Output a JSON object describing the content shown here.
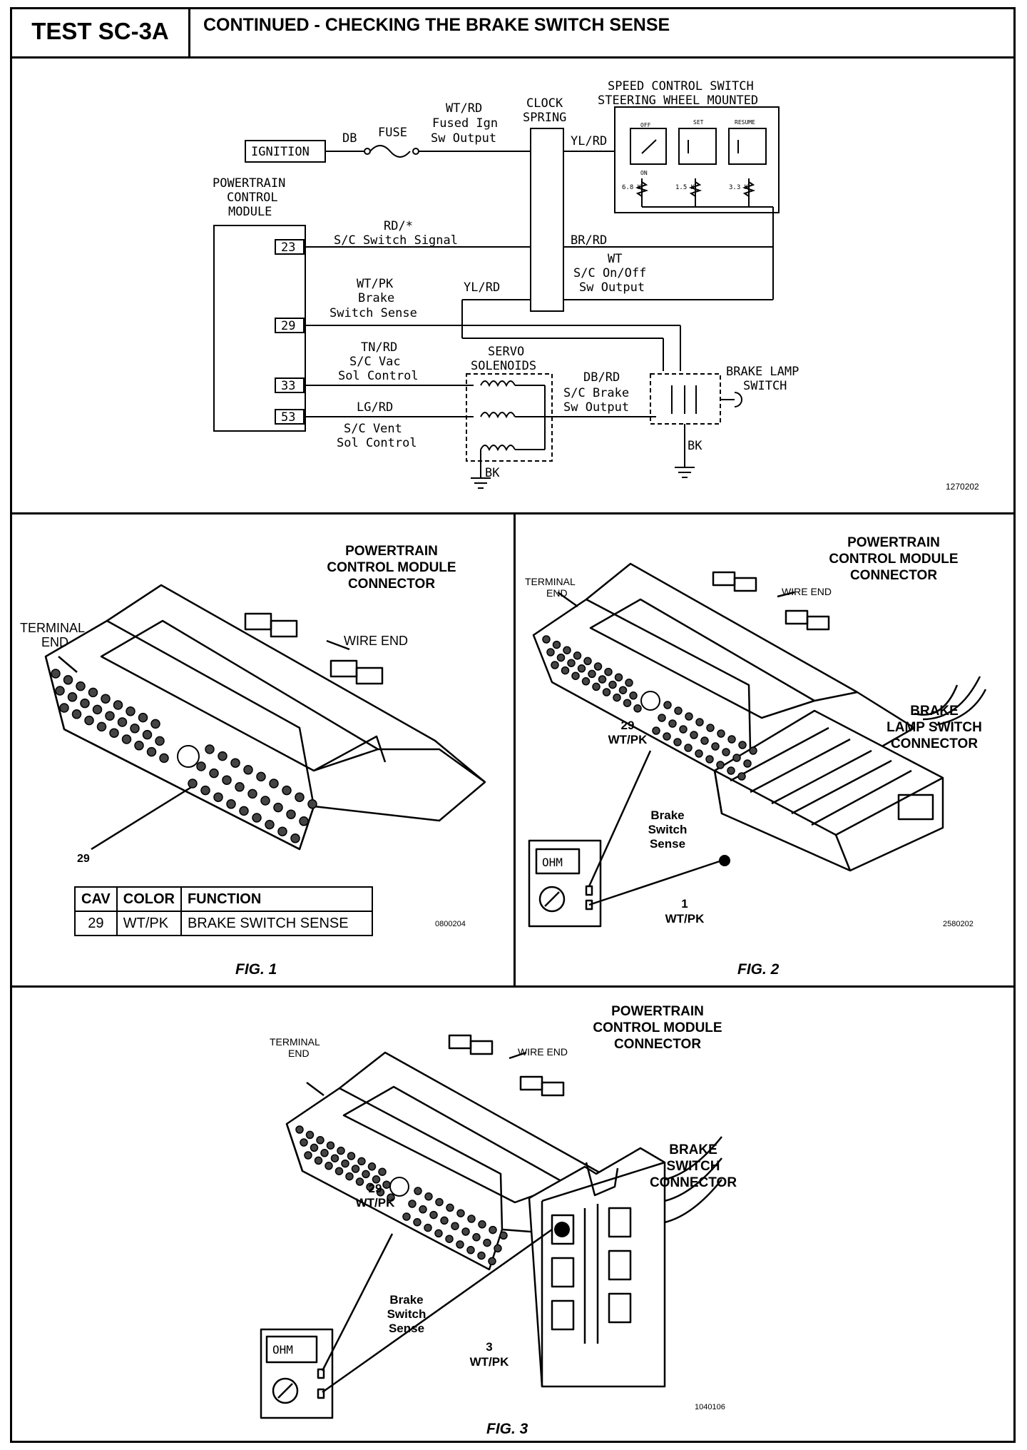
{
  "header": {
    "test_id": "TEST SC-3A",
    "title": "CONTINUED - CHECKING THE BRAKE SWITCH SENSE"
  },
  "schematic": {
    "ignition": "IGNITION",
    "db": "DB",
    "fuse": "FUSE",
    "wt_rd": "WT/RD",
    "fused_ign": "Fused Ign",
    "sw_output": "Sw Output",
    "clock_spring_1": "CLOCK",
    "clock_spring_2": "SPRING",
    "yl_rd_top": "YL/RD",
    "speed_control_1": "SPEED CONTROL SWITCH",
    "speed_control_2": "STEERING WHEEL MOUNTED",
    "sw_off": "OFF",
    "sw_on": "ON",
    "sw_set": "SET",
    "sw_resume": "RESUME",
    "r1": "6.8 K",
    "r2": "1.5 K",
    "r3": "3.3 K",
    "pcm_1": "POWERTRAIN",
    "pcm_2": "CONTROL",
    "pcm_3": "MODULE",
    "pin23": "23",
    "pin29": "29",
    "pin33": "33",
    "pin53": "53",
    "rd_star": "RD/*",
    "sc_switch_signal": "S/C Switch Signal",
    "br_rd": "BR/RD",
    "wt": "WT",
    "sc_onoff": "S/C On/Off",
    "sw_output2": "Sw Output",
    "wt_pk": "WT/PK",
    "brake": "Brake",
    "switch_sense": "Switch Sense",
    "yl_rd_mid": "YL/RD",
    "tn_rd": "TN/RD",
    "sc_vac": "S/C Vac",
    "sol_control1": "Sol Control",
    "servo_1": "SERVO",
    "servo_2": "SOLENOIDS",
    "lg_rd": "LG/RD",
    "sc_vent": "S/C Vent",
    "sol_control2": "Sol Control",
    "db_rd": "DB/RD",
    "sc_brake": "S/C Brake",
    "sw_output3": "Sw Output",
    "brake_lamp_1": "BRAKE LAMP",
    "brake_lamp_2": "SWITCH",
    "bk1": "BK",
    "bk2": "BK",
    "ref": "1270202"
  },
  "fig1": {
    "title_1": "POWERTRAIN",
    "title_2": "CONTROL MODULE",
    "title_3": "CONNECTOR",
    "terminal_1": "TERMINAL",
    "terminal_2": "END",
    "wire_end": "WIRE END",
    "pin": "29",
    "table": {
      "headers": [
        "CAV",
        "COLOR",
        "FUNCTION"
      ],
      "rows": [
        [
          "29",
          "WT/PK",
          "BRAKE SWITCH SENSE"
        ]
      ]
    },
    "ref": "0800204",
    "caption": "FIG. 1"
  },
  "fig2": {
    "title_1": "POWERTRAIN",
    "title_2": "CONTROL MODULE",
    "title_3": "CONNECTOR",
    "terminal_1": "TERMINAL",
    "terminal_2": "END",
    "wire_end": "WIRE END",
    "pin_num": "29",
    "pin_color": "WT/PK",
    "brake_1": "BRAKE",
    "brake_2": "LAMP SWITCH",
    "brake_3": "CONNECTOR",
    "sense_1": "Brake",
    "sense_2": "Switch",
    "sense_3": "Sense",
    "meter": "OHM",
    "cav_num": "1",
    "cav_color": "WT/PK",
    "ref": "2580202",
    "caption": "FIG. 2"
  },
  "fig3": {
    "title_1": "POWERTRAIN",
    "title_2": "CONTROL MODULE",
    "title_3": "CONNECTOR",
    "terminal_1": "TERMINAL",
    "terminal_2": "END",
    "wire_end": "WIRE END",
    "pin_num": "29",
    "pin_color": "WT/PK",
    "brake_1": "BRAKE",
    "brake_2": "SWITCH",
    "brake_3": "CONNECTOR",
    "sense_1": "Brake",
    "sense_2": "Switch",
    "sense_3": "Sense",
    "meter": "OHM",
    "cav_num": "3",
    "cav_color": "WT/PK",
    "ref": "1040106",
    "caption": "FIG. 3"
  }
}
